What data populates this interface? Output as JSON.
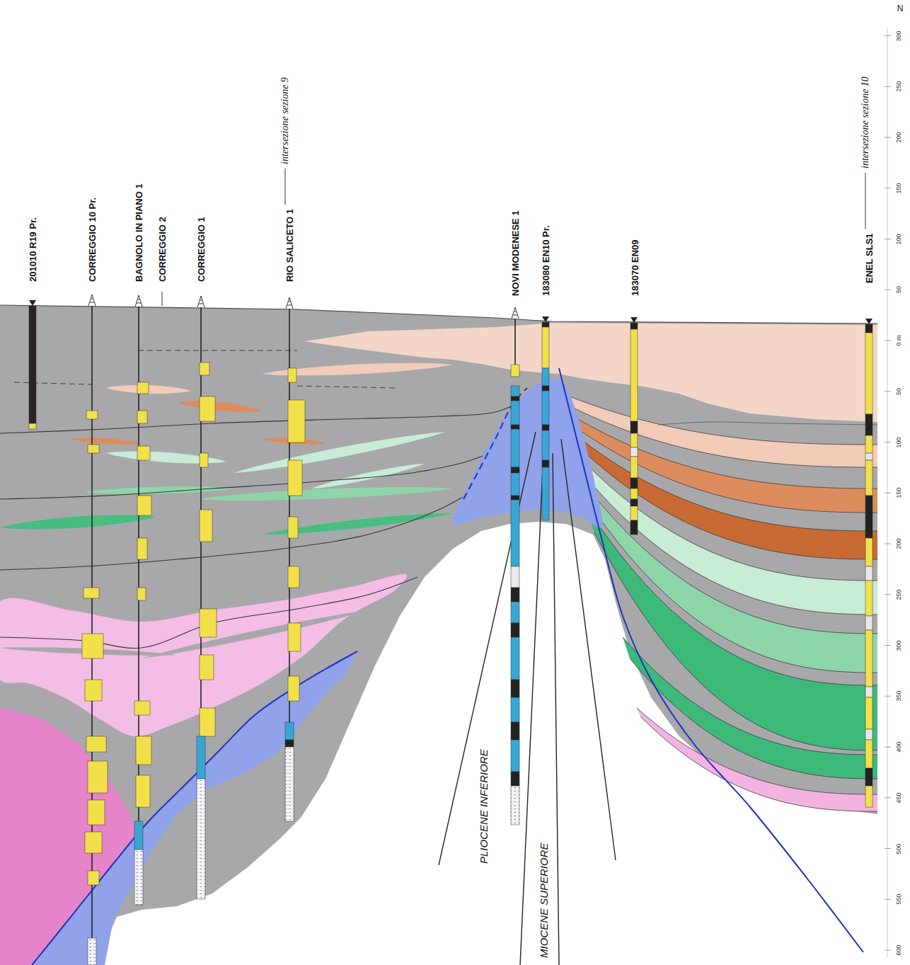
{
  "diagram": {
    "labels": [
      "201010 R19 Pr.",
      "CORREGGIO 10 Pr.",
      "BAGNOLO IN PIANO 1",
      "CORREGGIO 2",
      "CORREGGIO 1",
      "RIO SALICETO 1",
      "intersezione sezione 9",
      "NOVI MODENESE 1",
      "183080 EN10 Pr.",
      "183070 EN09",
      "ENEL SLS1",
      "intersezione sezione 10",
      "N",
      "300",
      "250",
      "200",
      "150",
      "100",
      "50",
      "0 m",
      "50",
      "100",
      "150",
      "200",
      "250",
      "300",
      "350",
      "400",
      "450",
      "500",
      "550",
      "600",
      "PLIOCENE INFERIORE",
      "MIOCENE SUPERIORE"
    ]
  }
}
